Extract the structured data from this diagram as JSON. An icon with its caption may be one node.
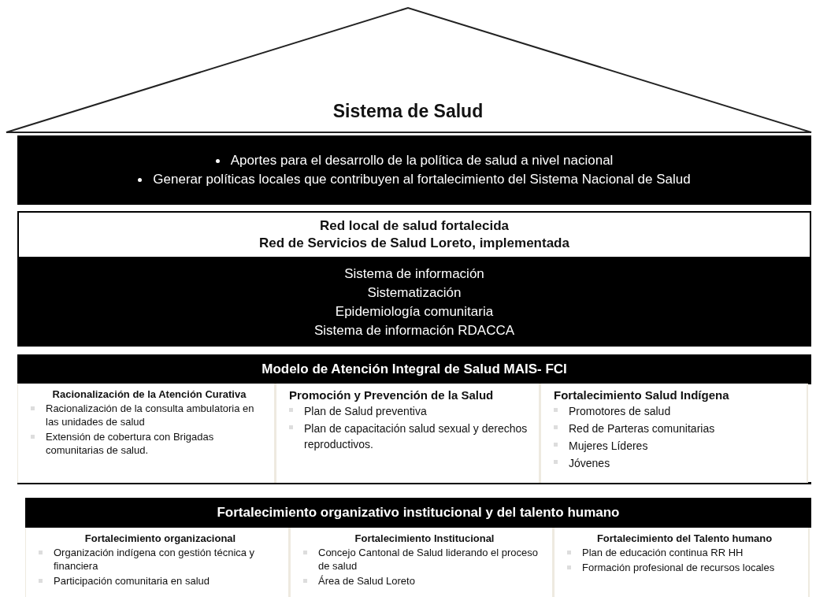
{
  "diagram": {
    "nodes": [
      {
        "text": [
          "Sistema de Salud"
        ]
      },
      {
        "text": [
          "Aportes para el desarrollo de la política de salud a nivel nacional",
          "Generar políticas locales que contribuyen al fortalecimiento del Sistema Nacional de Salud"
        ]
      },
      {
        "text": [
          "Red local de salud fortalecida",
          "Red de Servicios de Salud Loreto, implementada"
        ]
      },
      {
        "text": [
          "Sistema de información",
          "Sistematización",
          "Epidemiología comunitaria",
          "Sistema de información RDACCA"
        ]
      },
      {
        "text": [
          "Modelo de Atención Integral de Salud MAIS- FCI"
        ]
      },
      {
        "text": [
          "Racionalización de la Atención Curativa",
          "Racionalización de la consulta ambulatoria en las unidades de salud",
          "Extensión de cobertura con Brigadas comunitarias de salud."
        ],
        "in": 4
      },
      {
        "text": [
          "Promoción y Prevención de la Salud",
          "Plan de Salud preventiva",
          "Plan de capacitación salud sexual y derechos reproductivos."
        ],
        "in": 4
      },
      {
        "text": [
          "Fortalecimiento Salud Indígena",
          "Promotores de salud",
          "Red de Parteras comunitarias",
          "Mujeres Líderes",
          "Jóvenes"
        ],
        "in": 4
      },
      {
        "text": [
          "Fortalecimiento organizativo institucional y del talento humano"
        ]
      },
      {
        "text": [
          "Fortalecimiento organizacional",
          "Organización indígena con gestión técnica y financiera",
          "Participación comunitaria en salud"
        ],
        "in": 8
      },
      {
        "text": [
          "Fortalecimiento Institucional",
          "Concejo Cantonal de Salud liderando el proceso de salud",
          "Área de Salud Loreto"
        ],
        "in": 8
      },
      {
        "text": [
          "Fortalecimiento del Talento humano",
          "Plan de educación continua RR HH",
          "Formación profesional de recursos locales"
        ],
        "in": 8
      }
    ]
  }
}
